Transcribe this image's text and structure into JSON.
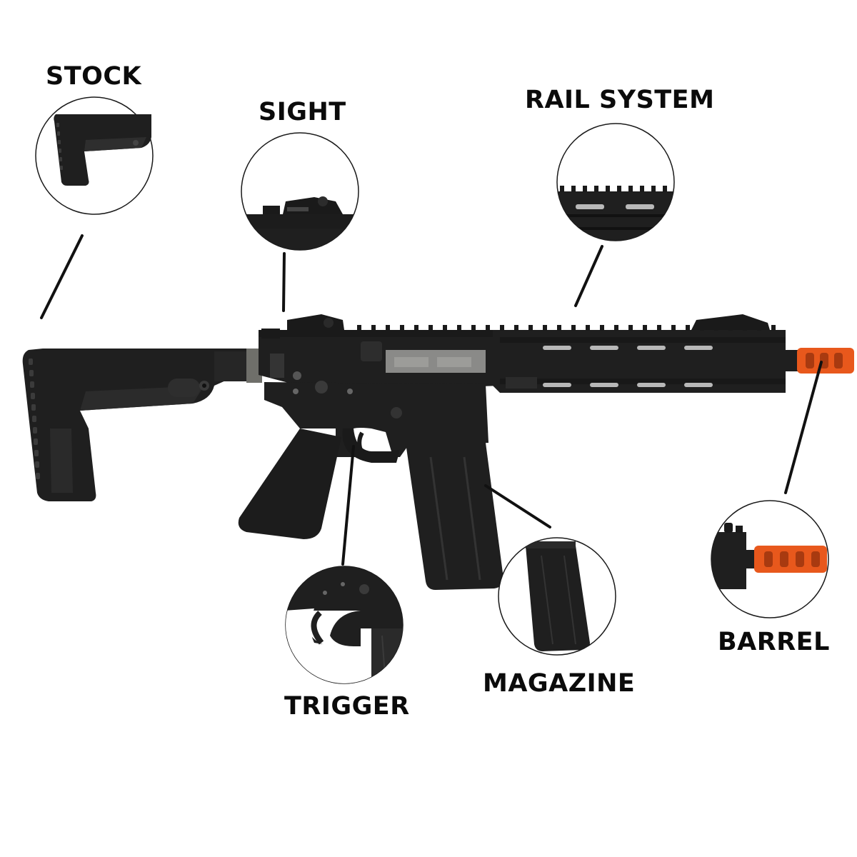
{
  "labels": {
    "stock": "STOCK",
    "sight": "SIGHT",
    "rail_system": "RAIL SYSTEM",
    "barrel": "BARREL",
    "trigger": "TRIGGER",
    "magazine": "MAGAZINE"
  },
  "colors": {
    "rifle_body": "#1f1f1f",
    "rifle_highlight": "#3a3a3a",
    "ejection_cover": "#8a8a88",
    "muzzle_brake": "#e8581c",
    "callout_line": "#111111",
    "callout_circle": "#1a1a1a"
  }
}
